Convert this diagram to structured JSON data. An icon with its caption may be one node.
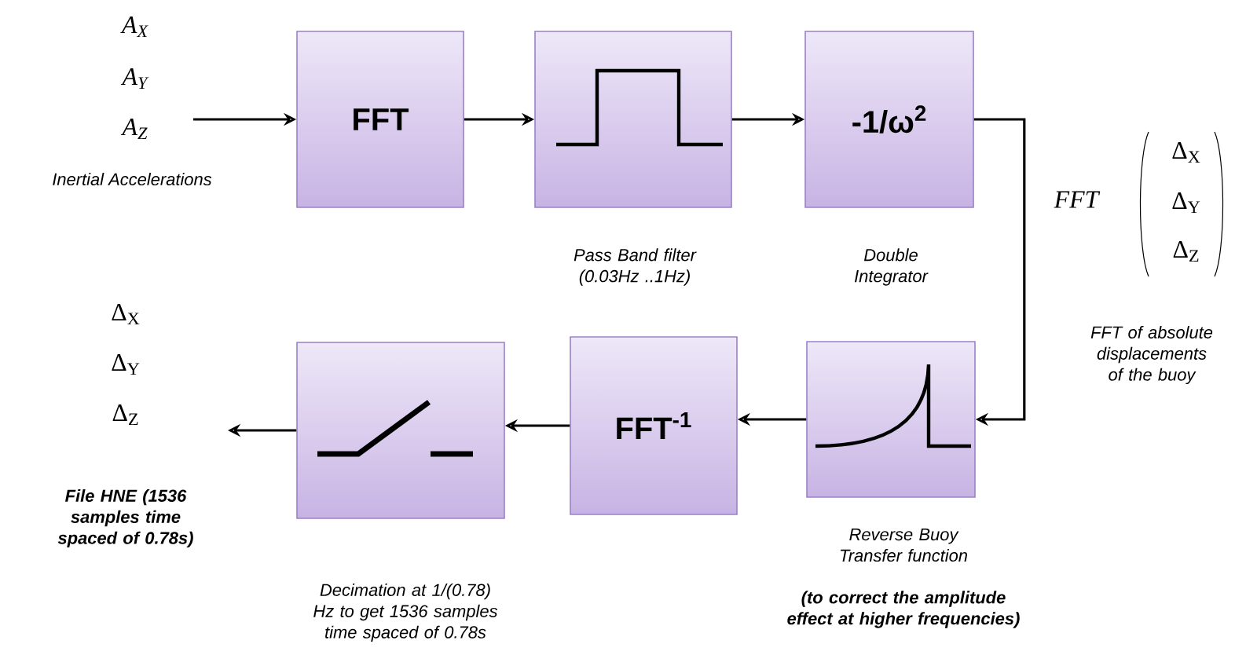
{
  "diagram": {
    "nodes": [
      {
        "text": [
          "FFT"
        ]
      },
      {
        "text": [],
        "shape": "box",
        "beside": [
          "Pass Band filter (0.03Hz ..1Hz)"
        ]
      },
      {
        "text": [
          "-1/ω$^{2}$"
        ],
        "beside": [
          "Double Integrator"
        ]
      },
      {
        "text": [],
        "shape": "box",
        "beside": [
          "Reverse  Buoy Transfer function",
          "(to correct the amplitude effect at higher frequencies)"
        ]
      },
      {
        "text": [
          "FFT$^{-1}$"
        ]
      },
      {
        "text": [],
        "shape": "box",
        "beside": [
          "Decimation at 1/(0.78) Hz to get 1536 samples time spaced of  0.78s"
        ]
      }
    ],
    "edges": [
      {
        "from": null,
        "to": 0,
        "arrow": "to"
      },
      {
        "from": 0,
        "to": 1,
        "arrow": "to"
      },
      {
        "from": 1,
        "to": 2,
        "arrow": "to"
      },
      {
        "from": 2,
        "to": 3,
        "arrow": "to"
      },
      {
        "from": 3,
        "to": 4,
        "arrow": "to"
      },
      {
        "from": 4,
        "to": 5,
        "arrow": "to"
      },
      {
        "from": 5,
        "to": null,
        "arrow": "to"
      }
    ],
    "labels": [
      "A$_{X}$",
      "A$_{Y}$",
      "A$_{Z}$",
      "Inertial Accelerations",
      "FFT",
      "Δ$_{X}$",
      "Δ$_{Y}$",
      "Δ$_{Z}$",
      "FFT of absolute displacements of the buoy",
      "Δ$_{X}$",
      "Δ$_{Y}$",
      "Δ$_{Z}$",
      "File HNE (1536 samples time spaced of  0.78s)"
    ]
  }
}
